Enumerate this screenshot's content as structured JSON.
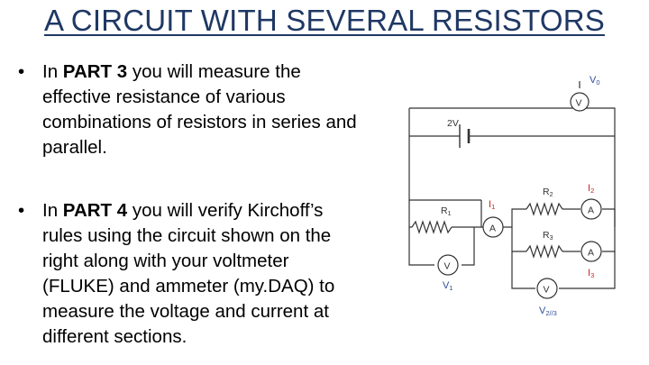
{
  "title": "A CIRCUIT WITH SEVERAL RESISTORS",
  "bullets": [
    {
      "marker": "•",
      "prefix": "In ",
      "bold": "PART 3",
      "lines": [
        " you will measure the",
        "effective resistance of various",
        "combinations of resistors in series and",
        "parallel."
      ]
    },
    {
      "marker": "•",
      "prefix": "In ",
      "bold": "PART 4",
      "lines": [
        " you will verify Kirchoff’s",
        "rules using the circuit shown on the",
        "right along with your voltmeter",
        "(FLUKE) and ammeter (my.DAQ) to",
        "measure the voltage and current at",
        "different sections."
      ]
    }
  ],
  "circuit": {
    "battery_label": "2V",
    "v0_label": "V",
    "v0_sub": "0",
    "v1_label": "V",
    "v1_sub": "1",
    "v23_label": "V",
    "v23_sub": "2//3",
    "r1_label": "R",
    "r1_sub": "1",
    "r2_label": "R",
    "r2_sub": "2",
    "r3_label": "R",
    "r3_sub": "3",
    "i1_label": "I",
    "i1_sub": "1",
    "i2_label": "I",
    "i2_sub": "2",
    "i3_label": "I",
    "i3_sub": "3",
    "voltmeter_symbol": "V",
    "ammeter_symbol": "A",
    "colors": {
      "red": "#cc2222",
      "blue": "#2e4d9a",
      "wire": "#333333"
    }
  }
}
